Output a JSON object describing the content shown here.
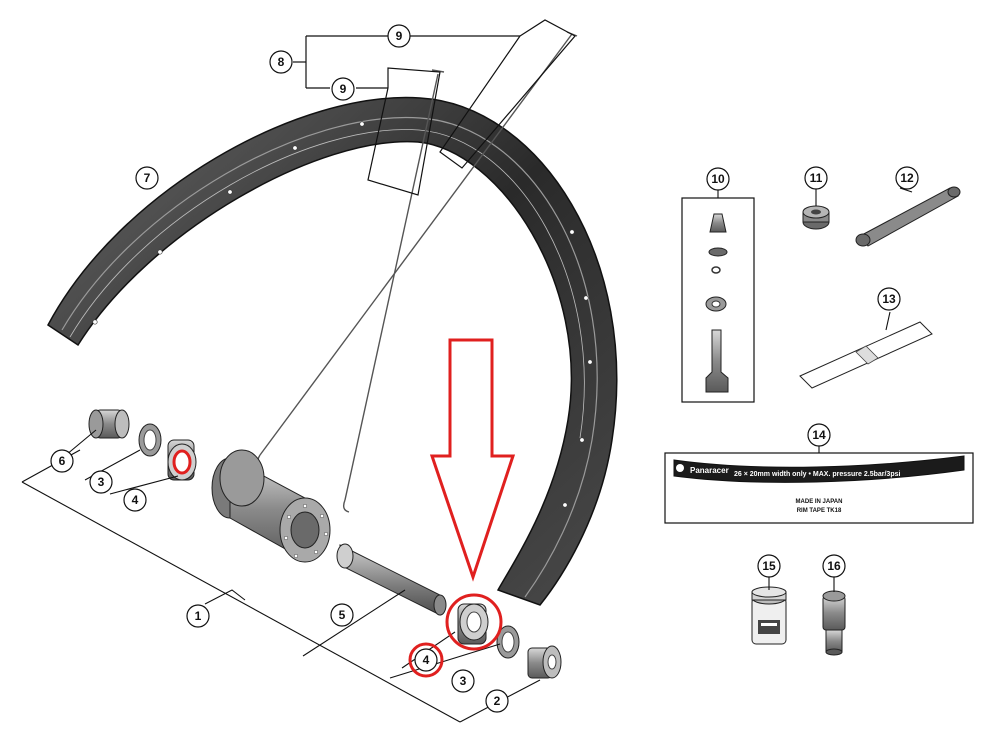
{
  "callouts": {
    "n1": "1",
    "n2": "2",
    "n3a": "3",
    "n3b": "3",
    "n4a": "4",
    "n4b": "4",
    "n5": "5",
    "n6": "6",
    "n7": "7",
    "n8": "8",
    "n9a": "9",
    "n9b": "9",
    "n10": "10",
    "n11": "11",
    "n12": "12",
    "n13": "13",
    "n14": "14",
    "n15": "15",
    "n16": "16"
  },
  "rim_tape": {
    "brand": "Panaracer",
    "spec": "26 × 20mm width only • MAX. pressure 2.5bar/3psi",
    "made_in": "MADE IN JAPAN",
    "model": "RIM TAPE  TK18"
  },
  "highlight": {
    "color": "#e0201f",
    "highlighted_part": "4"
  },
  "icons": [
    "down-arrow-icon"
  ]
}
